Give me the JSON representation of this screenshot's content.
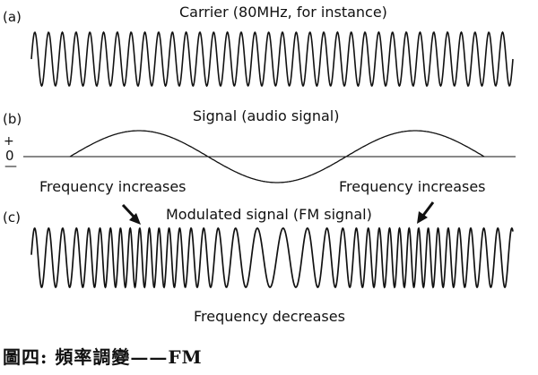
{
  "panels": {
    "a": {
      "label": "(a)",
      "title": "Carrier (80MHz, for instance)"
    },
    "b": {
      "label": "(b)",
      "title": "Signal (audio signal)",
      "plus": "+",
      "zero": "0",
      "minus": "—"
    },
    "c": {
      "label": "(c)",
      "title": "Modulated signal (FM signal)"
    }
  },
  "annotations": {
    "increase_left": "Frequency increases",
    "increase_right": "Frequency increases",
    "decrease": "Frequency decreases"
  },
  "caption": "圖四: 頻率調變——FM",
  "colors": {
    "ink": "#111111",
    "background": "#ffffff"
  }
}
